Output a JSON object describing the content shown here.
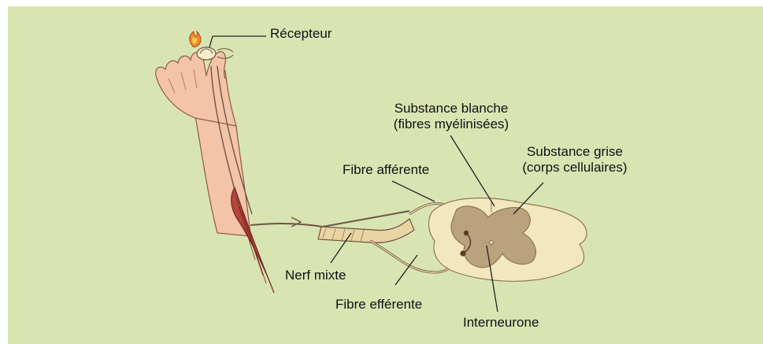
{
  "colors": {
    "background": "#d9e4b3",
    "skin": "#f4c4a8",
    "muscle": "#b8453a",
    "grey_matter": "#b9a27d",
    "cord": "#f2e7bf",
    "nerve": "#e9d4a4",
    "line": "#222222"
  },
  "labels": {
    "recepteur": "Récepteur",
    "substance_blanche_line1": "Substance blanche",
    "substance_blanche_line2": "(fibres myélinisées)",
    "substance_grise_line1": "Substance grise",
    "substance_grise_line2": "(corps cellulaires)",
    "fibre_afferente": "Fibre afférente",
    "nerf_mixte": "Nerf mixte",
    "fibre_efferente": "Fibre efférente",
    "interneurone": "Interneurone"
  },
  "icons": [
    "flame-icon",
    "hand-illustration",
    "spinal-cord-section"
  ]
}
